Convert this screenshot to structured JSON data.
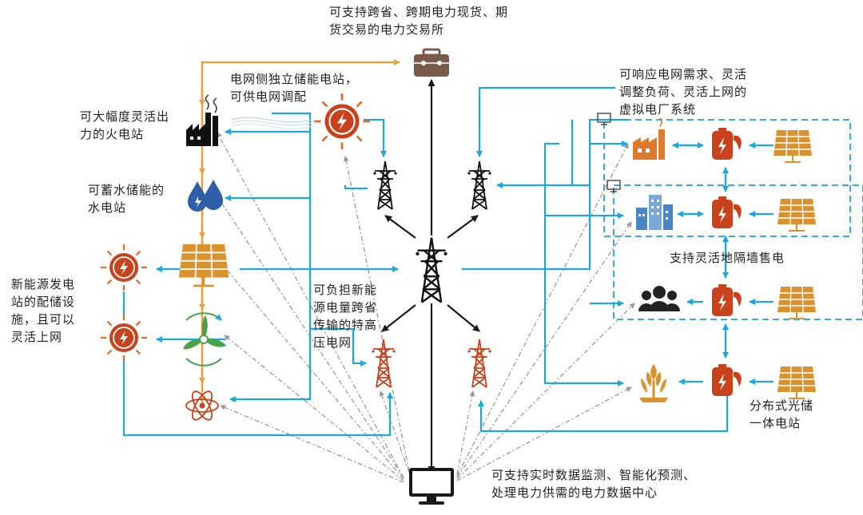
{
  "labels": {
    "exchange": [
      "可支持跨省、跨期电力现货、期",
      "货交易的电力交易所"
    ],
    "grid_storage": [
      "电网侧独立储能电站，",
      "可供电网调配"
    ],
    "vpp": [
      "可响应电网需求、灵活",
      "调整负荷、灵活上网的",
      "虚拟电厂系统"
    ],
    "thermal": [
      "可大幅度灵活出",
      "力的火电站"
    ],
    "hydro": [
      "可蓄水储能的",
      "水电站"
    ],
    "renewable": [
      "新能源发电",
      "站的配储设",
      "施，且可以",
      "灵活上网"
    ],
    "uhv": [
      "可负担新能",
      "源电量跨省",
      "传输的特高",
      "压电网"
    ],
    "wall": [
      "支持灵活地隔墙售电"
    ],
    "distributed": [
      "分布式光储",
      "一体电站"
    ],
    "datacenter": [
      "可支持实时数据监测、智能化预测、",
      "处理电力供需的电力数据中心"
    ]
  },
  "colors": {
    "orange_line": "#e8a33c",
    "blue_line": "#1ca6e3",
    "black_line": "#1a1a1a",
    "gray_dash": "#9a9a9a",
    "battery_red": "#c8421b",
    "solar_gold": "#d9922e",
    "hydro_blue": "#2f5fa8",
    "wind_green": "#4aa34a",
    "dashed_box": "#3aa9e0",
    "exchange_brown": "#7a5a4a"
  },
  "icons": [
    "briefcase-icon",
    "thermal-plant-icon",
    "hydro-drops-icon",
    "solar-panel-icon",
    "wind-turbine-icon",
    "nuclear-atom-icon",
    "sun-bolt-icon",
    "transmission-tower-icon",
    "factory-icon",
    "building-icon",
    "people-icon",
    "crop-icon",
    "battery-icon",
    "monitor-icon"
  ]
}
